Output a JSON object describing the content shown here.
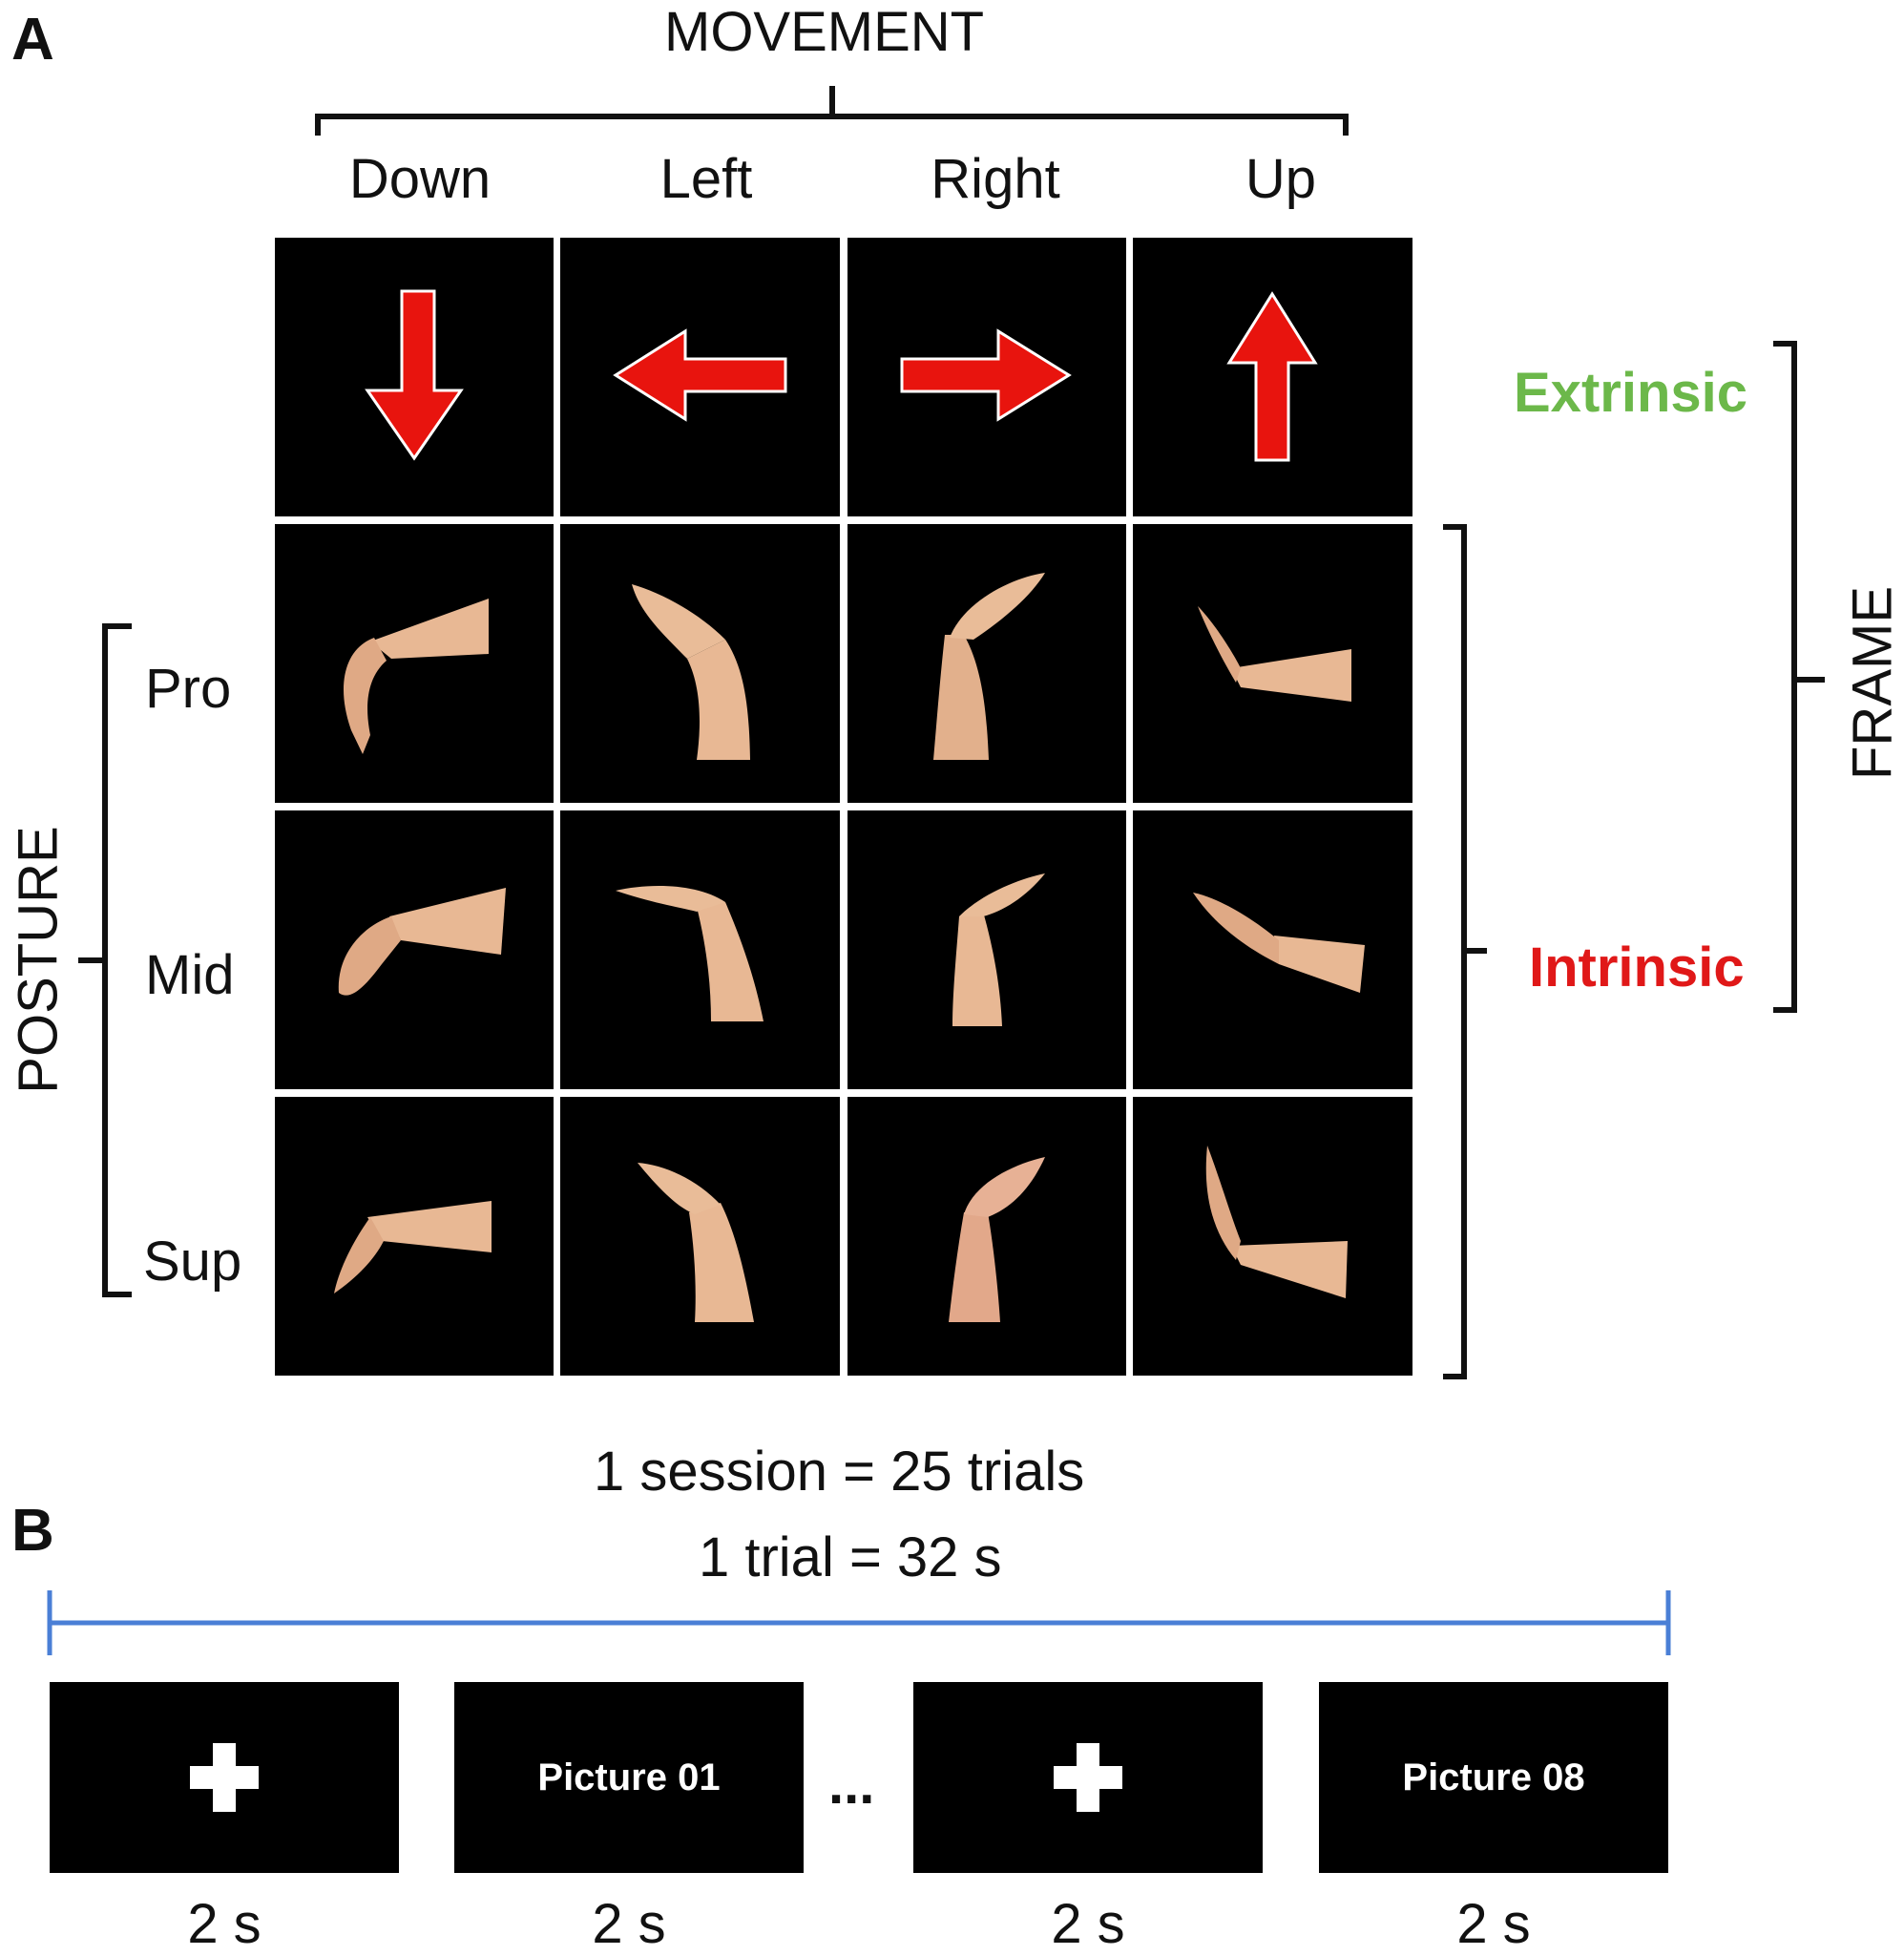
{
  "panel_a": {
    "letter": "A",
    "movement_title": "MOVEMENT",
    "movements": [
      "Down",
      "Left",
      "Right",
      "Up"
    ],
    "posture_title": "POSTURE",
    "postures": [
      "Pro",
      "Mid",
      "Sup"
    ],
    "frame_title": "FRAME",
    "extrinsic_label": "Extrinsic",
    "intrinsic_label": "Intrinsic",
    "colors": {
      "extrinsic": "#6cb84a",
      "intrinsic": "#e01818",
      "arrow_fill": "#e8140e",
      "hand_skin": "#e8b894"
    },
    "arrow_icons": [
      "arrow-down-icon",
      "arrow-left-icon",
      "arrow-right-icon",
      "arrow-up-icon"
    ]
  },
  "panel_b": {
    "letter": "B",
    "session_text": "1 session = 25 trials",
    "trial_text": "1 trial = 32 s",
    "timeline_color": "#4a7fd6",
    "screens": [
      {
        "kind": "fixation",
        "label": "",
        "duration": "2 s"
      },
      {
        "kind": "picture",
        "label": "Picture 01",
        "duration": "2 s"
      },
      {
        "kind": "fixation",
        "label": "",
        "duration": "2 s"
      },
      {
        "kind": "picture",
        "label": "Picture 08",
        "duration": "2 s"
      }
    ],
    "ellipsis": "..."
  }
}
